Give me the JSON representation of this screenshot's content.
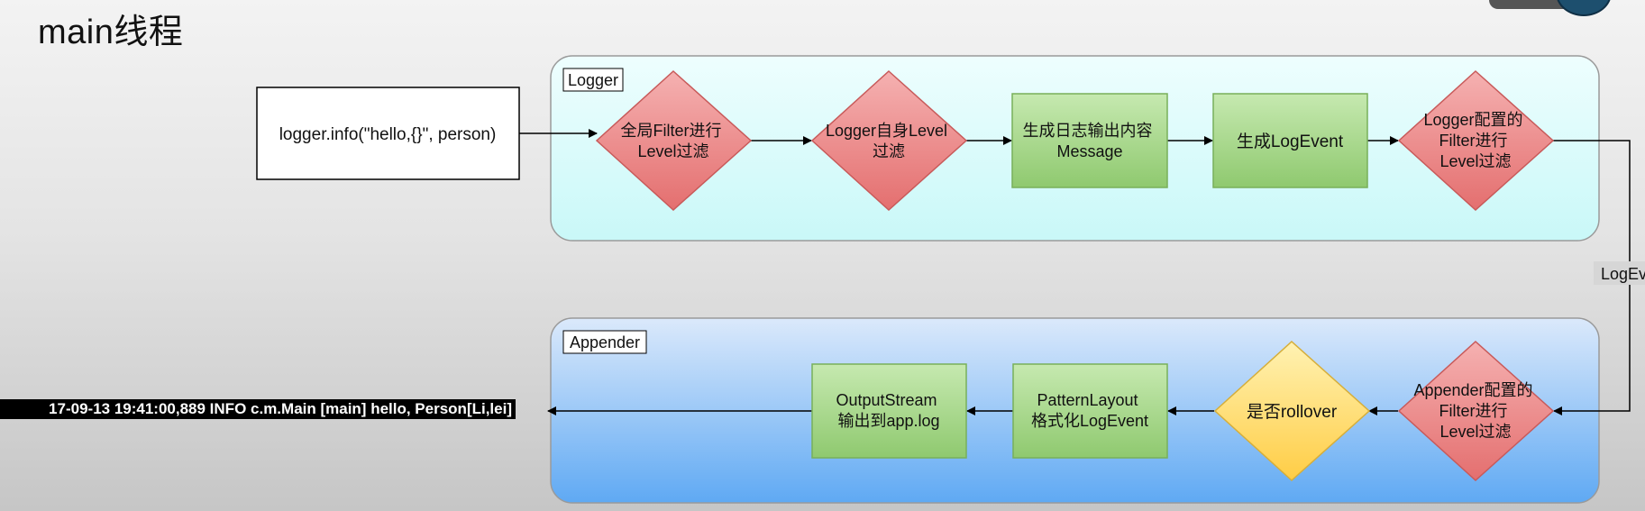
{
  "page_title": "main线程",
  "call_box": {
    "text": "logger.info(\"hello,{}\", person)"
  },
  "logger_group": {
    "label": "Logger",
    "nodes": [
      {
        "id": "global-filter",
        "shape": "diamond",
        "color": "red",
        "lines": [
          "全局Filter进行",
          "Level过滤"
        ]
      },
      {
        "id": "logger-level",
        "shape": "diamond",
        "color": "red",
        "lines": [
          "Logger自身Level",
          "过滤"
        ]
      },
      {
        "id": "gen-message",
        "shape": "rect",
        "color": "green",
        "lines": [
          "生成日志输出内容",
          "Message"
        ]
      },
      {
        "id": "gen-logevent",
        "shape": "rect",
        "color": "green",
        "lines": [
          "生成LogEvent"
        ]
      },
      {
        "id": "logger-filter",
        "shape": "diamond",
        "color": "red",
        "lines": [
          "Logger配置的",
          "Filter进行",
          "Level过滤"
        ]
      }
    ]
  },
  "connector_label": "LogEvent",
  "appender_group": {
    "label": "Appender",
    "nodes": [
      {
        "id": "appender-filter",
        "shape": "diamond",
        "color": "red",
        "lines": [
          "Appender配置的",
          "Filter进行",
          "Level过滤"
        ]
      },
      {
        "id": "rollover-check",
        "shape": "diamond",
        "color": "yellow",
        "lines": [
          "是否rollover"
        ]
      },
      {
        "id": "pattern-layout",
        "shape": "rect",
        "color": "green",
        "lines": [
          "PatternLayout",
          "格式化LogEvent"
        ]
      },
      {
        "id": "output-stream",
        "shape": "rect",
        "color": "green",
        "lines": [
          "OutputStream",
          "输出到app.log"
        ]
      }
    ]
  },
  "log_output": "17-09-13 19:41:00,889 INFO c.m.Main [main] hello, Person[Li,lei]",
  "colors": {
    "red_fill": "#ec8a8a",
    "red_stroke": "#c85a5a",
    "green_fill": "#a6d58a",
    "green_stroke": "#78b05a",
    "yellow_fill": "#ffd866",
    "yellow_stroke": "#d6ae3a",
    "logger_bg": "#d8fbfb",
    "appender_bg": "#8ec3f7"
  }
}
